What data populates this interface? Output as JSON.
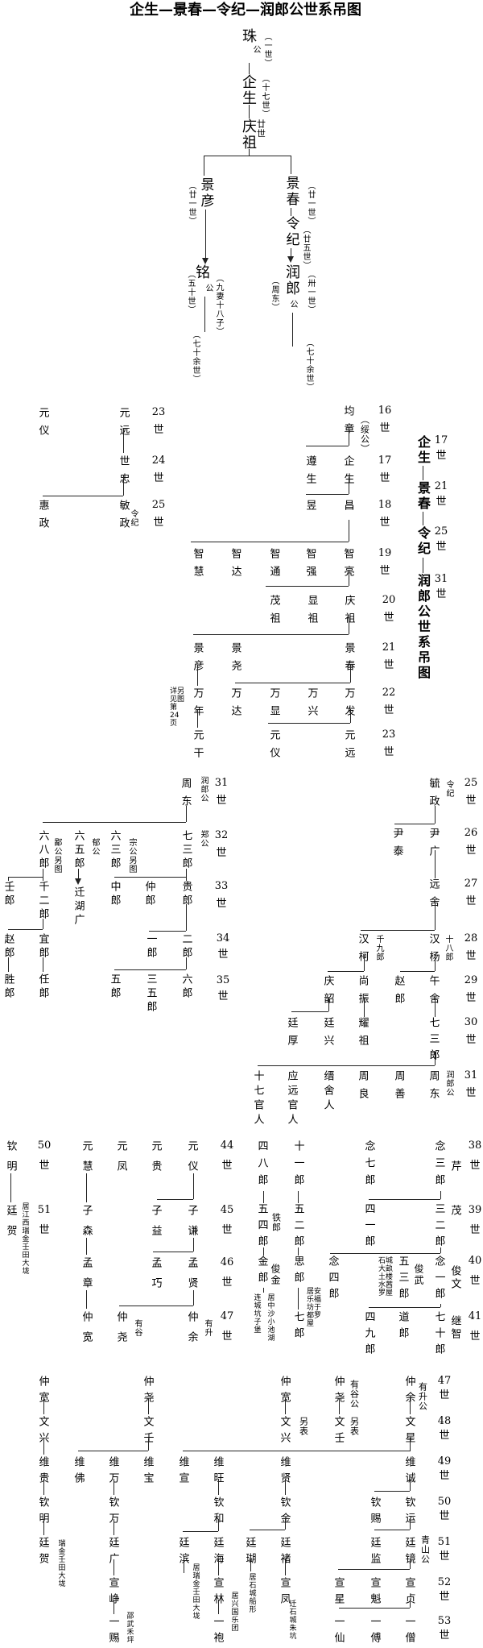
{
  "title": "企生—景春—令纪—润郎公世系吊图",
  "gen_suffix": "世",
  "s1": {
    "nodes": [
      "珠",
      "公",
      "企生",
      "庆祖",
      "景彦",
      "铭",
      "公",
      "景春",
      "令纪",
      "润郎",
      "公"
    ],
    "notes": [
      "（一世）",
      "（十七世）",
      "廿世",
      "（廿一世）",
      "（五十世）",
      "（九妻十八子）",
      "（七十余世）",
      "（廿一世）",
      "（廿五世）",
      "（卅一世）",
      "（周东）",
      "（七十余世）"
    ]
  },
  "s2": {
    "nodes": [
      "元仪",
      "元远",
      "世忠",
      "惠政",
      "敏政",
      "令纪",
      "均章",
      "（绥公）",
      "遵生",
      "企生",
      "昱",
      "昌",
      "智慧",
      "智达",
      "智通",
      "智强",
      "智亮",
      "茂祖",
      "显祖",
      "庆祖",
      "景彦",
      "景尧",
      "景春",
      "万年",
      "万达",
      "万显",
      "万兴",
      "万发",
      "元干",
      "元仪",
      "元远"
    ],
    "gens": [
      "23",
      "24",
      "25",
      "16",
      "17",
      "18",
      "19",
      "20",
      "21",
      "22",
      "23"
    ],
    "side": [
      "企生",
      "景春",
      "令纪",
      "润郎公世系吊图"
    ],
    "side_gens": [
      "17",
      "21",
      "25",
      "31"
    ],
    "note": [
      "详另",
      "见图",
      "第",
      "24",
      "页"
    ]
  },
  "s3": {
    "nodes": [
      "周东",
      "润郎公",
      "六八郎",
      "鄙公另图",
      "六五郎",
      "郁公",
      "六三郎",
      "宗公另图",
      "七三郎",
      "郑公",
      "壬郎",
      "千二郎",
      "迁湖广",
      "中郎",
      "仲郎",
      "贵郎",
      "赵郎",
      "宜郎",
      "一郎",
      "二郎",
      "胜郎",
      "任郎",
      "五郎",
      "三五郎",
      "六郎",
      "毓政",
      "令纪",
      "尹泰",
      "尹广",
      "远舍",
      "汉柯",
      "千九郎",
      "汉杨",
      "十八郎",
      "庆韶",
      "尚振",
      "赵郎",
      "午舍",
      "廷厚",
      "廷兴",
      "耀祖",
      "七三郎",
      "十七官人",
      "应远官人",
      "缙舍人",
      "周良",
      "周善",
      "周东",
      "润郎公"
    ],
    "gens": [
      "31",
      "32",
      "33",
      "34",
      "35",
      "25",
      "26",
      "27",
      "28",
      "29",
      "30",
      "31"
    ]
  },
  "s4": {
    "nodes": [
      "钦明",
      "廷贺",
      "元慧",
      "元凤",
      "元贵",
      "元仪",
      "子森",
      "子益",
      "子谦",
      "孟章",
      "孟巧",
      "孟贤",
      "仲宽",
      "仲尧",
      "有谷",
      "仲余",
      "有升",
      "四八郎",
      "十一郎",
      "念七郎",
      "念三郎",
      "芹",
      "五四郎",
      "铁郎",
      "五二郎",
      "四一郎",
      "三二郎",
      "茂",
      "金郎",
      "俊金",
      "思郎",
      "念四郎",
      "五三郎",
      "俊武",
      "念一郎",
      "俊文",
      "七郎",
      "四九郎",
      "道郎",
      "七十郎",
      "继智"
    ],
    "notes": [
      "居江西瑞金壬田大垅",
      "连城坑子堡",
      "居中沙小池湖"
    ],
    "blocks": [
      [
        "石城",
        "大畝",
        "土楼",
        "水茜",
        "罗屋"
      ],
      [
        "居安",
        "乐福",
        "坊于",
        "都罗",
        "屋"
      ]
    ],
    "gens": [
      "50",
      "51",
      "44",
      "45",
      "46",
      "47",
      "38",
      "39",
      "40",
      "41"
    ]
  },
  "s5": {
    "nodes": [
      "仲宽",
      "文兴",
      "维贵",
      "钦明",
      "廷贺",
      "仲尧",
      "文壬",
      "维佛",
      "维万",
      "维宝",
      "钦万",
      "廷广",
      "宣峥",
      "一赐",
      "维宣",
      "维旺",
      "钦和",
      "廷滨",
      "廷海",
      "宣林",
      "一袍",
      "仲宽",
      "文兴",
      "仲尧",
      "文壬",
      "仲余",
      "文星",
      "维贤",
      "维诚",
      "钦金",
      "钦赐",
      "钦运",
      "廷瑚",
      "廷褚",
      "廷监",
      "廷镜",
      "宣凤",
      "宣星",
      "宣魁",
      "宣贞",
      "一仙",
      "一傅",
      "一僧"
    ],
    "notes": [
      "瑞金壬田大垅",
      "邵武禾坪",
      "居瑞金壬田大垅",
      "居兴国乐团",
      "另表",
      "有谷公",
      "另表",
      "有升公",
      "青山公",
      "居石城船形",
      "迁石城朱坑"
    ],
    "gens": [
      "47",
      "48",
      "49",
      "50",
      "51",
      "52",
      "53"
    ]
  }
}
